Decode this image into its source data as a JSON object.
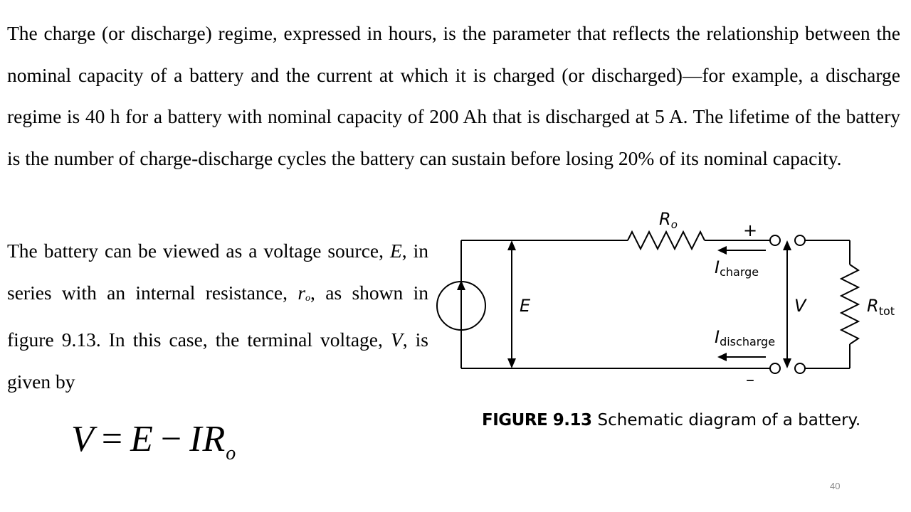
{
  "paragraph1": "The charge (or discharge) regime, expressed in hours, is the parameter that reflects the relationship between the nominal capacity of a battery and the current at which it is charged (or discharged)—for example, a discharge regime is 40 h for a battery with nominal capacity of 200 Ah that is discharged at 5 A. The lifetime of the battery is the number of charge-discharge cycles the battery can sustain before losing 20% of its nominal capacity.",
  "paragraph2": {
    "part1": "The battery can be viewed as a voltage source, ",
    "E": "E",
    "part2": ", in series with an internal resistance, ",
    "r": "r",
    "r_sub": "o",
    "part3": ", as shown in figure 9.13. In this case, the terminal voltage, ",
    "V": "V",
    "part4": ", is given by"
  },
  "equation": {
    "lhs": "V",
    "equals": "=",
    "e": "E",
    "minus": "−",
    "ir": "IR",
    "sub": "o"
  },
  "circuit": {
    "R_o": "R",
    "R_o_sub": "o",
    "plus": "+",
    "minus": "–",
    "I": "I",
    "charge": "charge",
    "discharge": "discharge",
    "E": "E",
    "V": "V",
    "R_tot": "R",
    "R_tot_sub": "tot"
  },
  "caption": {
    "figure": "FIGURE 9.13",
    "text": "Schematic diagram of a battery."
  },
  "page_number": "40"
}
